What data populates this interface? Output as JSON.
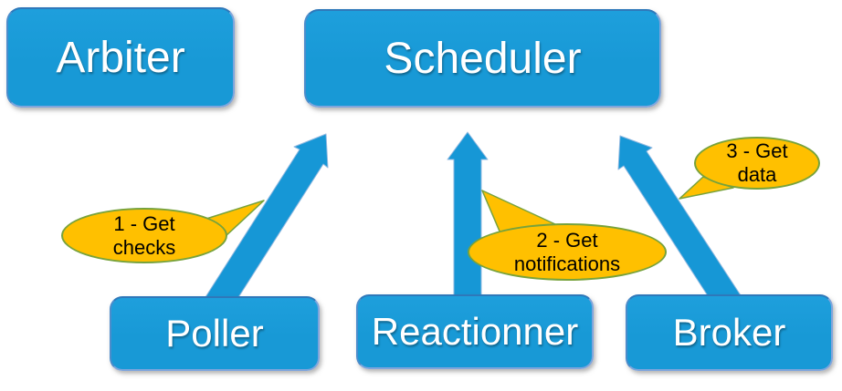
{
  "diagram": {
    "nodes": [
      {
        "id": "arbiter",
        "label": "Arbiter"
      },
      {
        "id": "scheduler",
        "label": "Scheduler"
      },
      {
        "id": "poller",
        "label": "Poller"
      },
      {
        "id": "reactionner",
        "label": "Reactionner"
      },
      {
        "id": "broker",
        "label": "Broker"
      }
    ],
    "arrows": [
      {
        "from": "poller",
        "to": "scheduler"
      },
      {
        "from": "reactionner",
        "to": "scheduler"
      },
      {
        "from": "broker",
        "to": "scheduler"
      }
    ],
    "callouts": [
      {
        "lines": [
          "1 - Get",
          "checks"
        ],
        "attached_to": "arrow-poller-to-scheduler"
      },
      {
        "lines": [
          "2 - Get",
          "notifications"
        ],
        "attached_to": "arrow-reactionner-to-scheduler"
      },
      {
        "lines": [
          "3 - Get",
          "data"
        ],
        "attached_to": "arrow-broker-to-scheduler"
      }
    ],
    "colors": {
      "node_fill": "#1899D6",
      "node_border": "#7FA5DC",
      "node_text": "#FFFFFF",
      "arrow_fill": "#1697D6",
      "arrow_stroke": "#8FB8E0",
      "callout_fill": "#FFC000",
      "callout_border": "#77A23C",
      "callout_text": "#000000"
    }
  }
}
